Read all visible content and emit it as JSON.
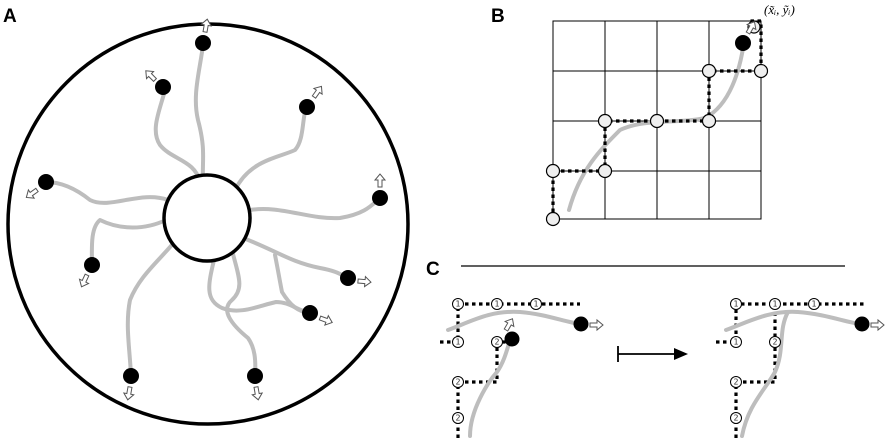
{
  "panels": {
    "a": {
      "label": "A"
    },
    "b": {
      "label": "B",
      "endpoint_label": "(x̃ᵢ, ỹᵢ)"
    },
    "c": {
      "label": "C",
      "before_numbers": [
        "1",
        "1",
        "1",
        "1",
        "2",
        "2",
        "2"
      ],
      "after_numbers": [
        "1",
        "1",
        "1",
        "1",
        "2",
        "2",
        "2"
      ]
    }
  },
  "colors": {
    "filament": "#bdbdbd",
    "tip": "#000000",
    "path": "#000000"
  },
  "icons": {
    "growth_arrow": "open-arrow-icon",
    "transform_arrow": "maps-to-arrow-icon"
  }
}
